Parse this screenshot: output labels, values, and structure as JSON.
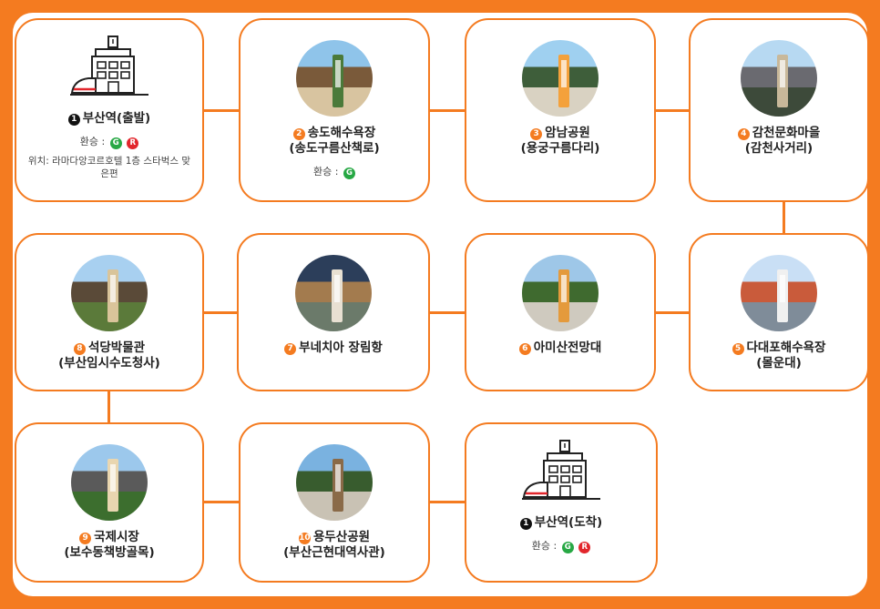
{
  "transfer_label": "환승 :",
  "lines": {
    "g": "G",
    "r": "R"
  },
  "colors": {
    "accent": "#f47b20",
    "line_g": "#27a844",
    "line_r": "#e2262c"
  },
  "stops": [
    {
      "num": "1",
      "name1": "부산역(출발)",
      "name2": "",
      "transfer": [
        "G",
        "R"
      ],
      "location": "위치: 라마다앙코르호텔 1층 스타벅스 맞은편",
      "image": "train-station-icon"
    },
    {
      "num": "2",
      "name1": "송도해수욕장",
      "name2": "(송도구름산책로)",
      "transfer": [
        "G"
      ],
      "image": "stop-photo"
    },
    {
      "num": "3",
      "name1": "암남공원",
      "name2": "(용궁구름다리)",
      "transfer": [],
      "image": "stop-photo"
    },
    {
      "num": "4",
      "name1": "감천문화마을",
      "name2": "(감천사거리)",
      "transfer": [],
      "image": "stop-photo"
    },
    {
      "num": "5",
      "name1": "다대포해수욕장",
      "name2": "(몰운대)",
      "transfer": [],
      "image": "stop-photo"
    },
    {
      "num": "6",
      "name1": "아미산전망대",
      "name2": "",
      "transfer": [],
      "image": "stop-photo"
    },
    {
      "num": "7",
      "name1": "부네치아 장림항",
      "name2": "",
      "transfer": [],
      "image": "stop-photo"
    },
    {
      "num": "8",
      "name1": "석당박물관",
      "name2": "(부산임시수도청사)",
      "transfer": [],
      "image": "stop-photo"
    },
    {
      "num": "9",
      "name1": "국제시장",
      "name2": "(보수동책방골목)",
      "transfer": [],
      "image": "stop-photo"
    },
    {
      "num": "10",
      "name1": "용두산공원",
      "name2": "(부산근현대역사관)",
      "transfer": [],
      "image": "stop-photo"
    },
    {
      "num": "1",
      "name1": "부산역(도착)",
      "name2": "",
      "transfer": [
        "G",
        "R"
      ],
      "image": "train-station-icon"
    }
  ]
}
